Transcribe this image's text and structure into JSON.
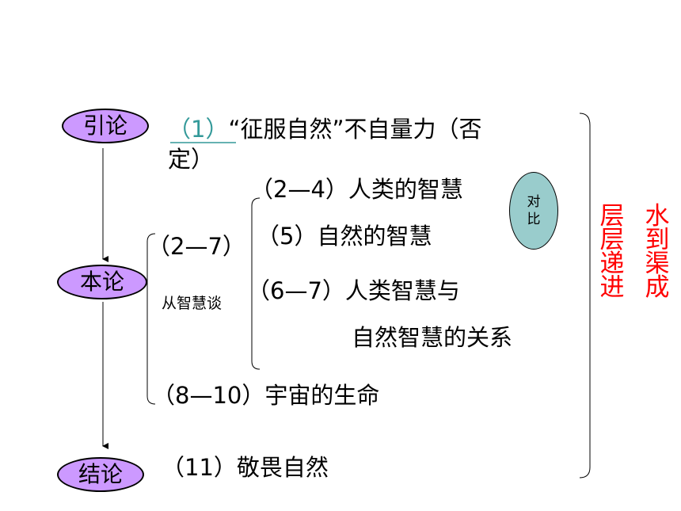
{
  "nodes": {
    "intro": "引论",
    "body": "本论",
    "conclusion": "结论"
  },
  "intro_text": {
    "number": "（1）",
    "line1": "“征服自然”不自量力（否",
    "line2": "定）"
  },
  "body_section": {
    "range": "（2—7）",
    "subtitle": "从智慧谈",
    "item1": "（2—4）人类的智慧",
    "item2": "（5）自然的智慧",
    "item3_line1": "（6—7）人类智慧与",
    "item3_line2": "自然智慧的关系",
    "item4": "（8—10）宇宙的生命"
  },
  "contrast": {
    "line1": "对",
    "line2": "比"
  },
  "conclusion_text": "（11）敬畏自然",
  "side_labels": {
    "left": "层层递进",
    "right": "水到渠成"
  },
  "colors": {
    "node_fill": "#cc99ff",
    "contrast_fill": "#99cccc",
    "side_text": "#ff0000",
    "number_highlight": "#339999"
  }
}
